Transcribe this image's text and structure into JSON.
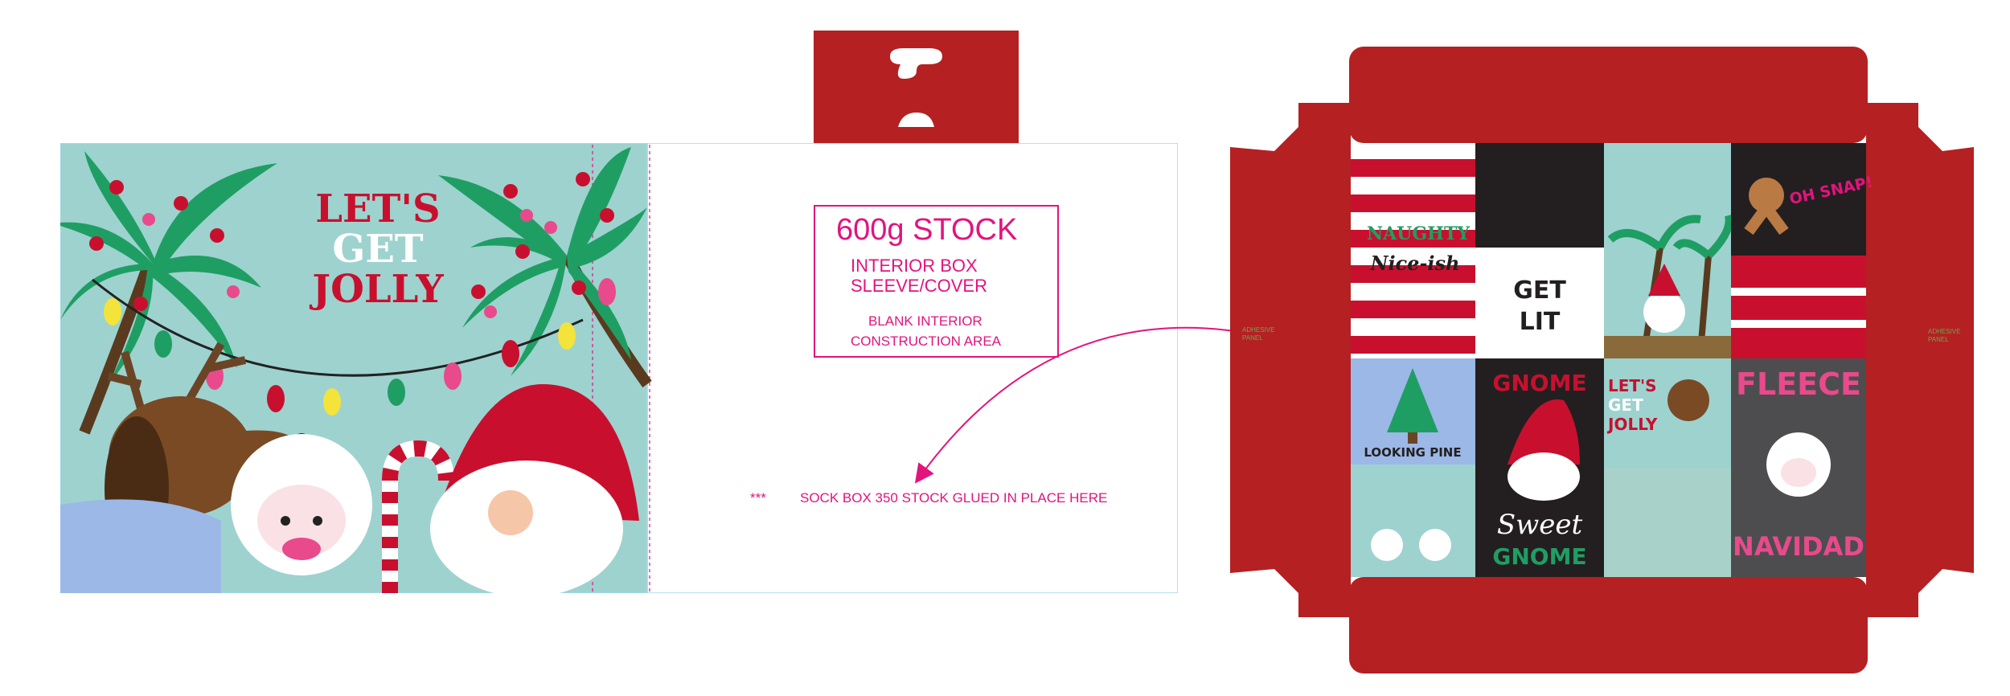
{
  "cover": {
    "title_line1": "LET'S",
    "title_line2": "GET",
    "title_line3": "JOLLY"
  },
  "spec": {
    "stock": "600g STOCK",
    "interior_line1": "INTERIOR BOX",
    "interior_line2": "SLEEVE/COVER",
    "blank_line1": "BLANK INTERIOR",
    "blank_line2": "CONSTRUCTION AREA",
    "glue_marker": "***",
    "glue_note": "SOCK BOX 350 STOCK GLUED IN PLACE HERE"
  },
  "sockbox": {
    "adhesive_left_1": "ADHESIVE",
    "adhesive_left_2": "PANEL",
    "adhesive_right_1": "ADHESIVE",
    "adhesive_right_2": "PANEL",
    "panels": {
      "naughty": "NAUGHTY",
      "nice": "Nice-ish",
      "get": "GET",
      "lit": "LIT",
      "oh_snap": "OH SNAP!",
      "looking_pine": "LOOKING PINE",
      "gnome": "GNOME",
      "sweet": "Sweet",
      "gnome2": "GNOME",
      "lets": "LET'S",
      "get2": "GET",
      "jolly": "JOLLY",
      "fleece": "FLEECE",
      "navidad": "NAVIDAD"
    }
  },
  "colors": {
    "teal": "#9dd2cf",
    "red": "#b52022",
    "crimson": "#c8102e",
    "magenta": "#e3137e",
    "dark": "#231f20",
    "palm": "#1f9e63"
  }
}
